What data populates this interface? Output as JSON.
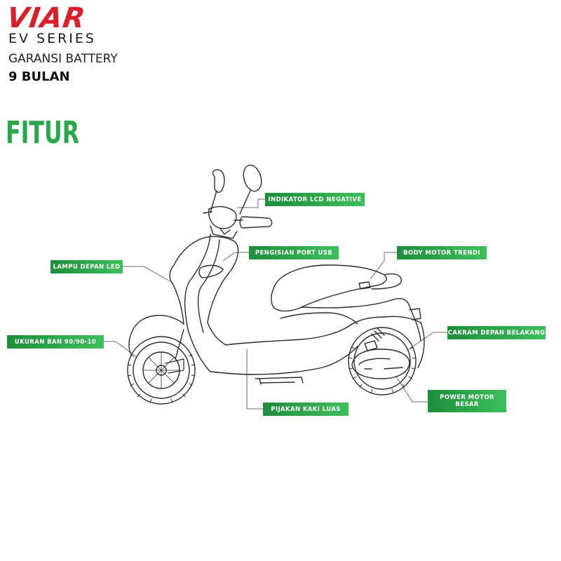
{
  "brand": {
    "name": "VIAR",
    "series": "EV SERIES",
    "logo_color": "#d9202a"
  },
  "warranty": {
    "label": "GARANSI BATTERY",
    "value": "9 BULAN"
  },
  "section": {
    "title": "FITUR",
    "title_color": "#2aa74a"
  },
  "colors": {
    "label_dark": "#1e8d3c",
    "label_light": "#3cc05a",
    "leader_line": "#6a6a6a",
    "outline": "#2a2a2a"
  },
  "features": [
    {
      "id": "lcd",
      "text": "INDIKATOR LCD NEGATIVE"
    },
    {
      "id": "usb",
      "text": "PENGISIAN PORT USB"
    },
    {
      "id": "body",
      "text": "BODY MOTOR TRENDI"
    },
    {
      "id": "lamp",
      "text": "LAMPU DEPAN LED"
    },
    {
      "id": "tire",
      "text": "UKURAN BAN 90/90-10"
    },
    {
      "id": "brake",
      "text": "CAKRAM DEPAN BELAKANG"
    },
    {
      "id": "power",
      "text": "POWER MOTOR BESAR"
    },
    {
      "id": "foot",
      "text": "PIJAKAN KAKI LUAS"
    }
  ]
}
